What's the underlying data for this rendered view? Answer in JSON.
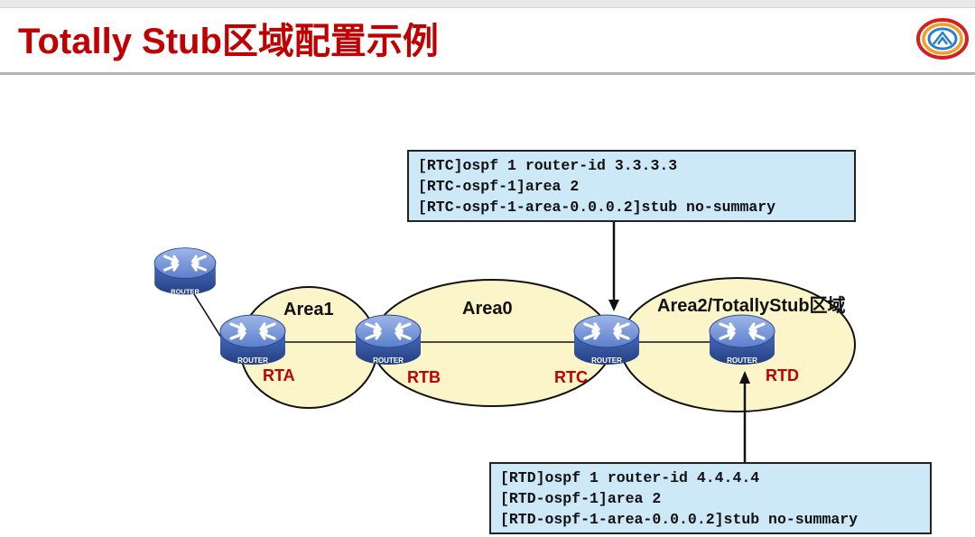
{
  "slide": {
    "title": "Totally Stub区域配置示例"
  },
  "areas": {
    "area1": "Area1",
    "area0": "Area0",
    "area2": "Area2/TotallyStub区域"
  },
  "routers": {
    "rta": "RTA",
    "rtb": "RTB",
    "rtc": "RTC",
    "rtd": "RTD",
    "icon_text": "ROUTER"
  },
  "config_rtc": {
    "lines": [
      "[RTC]ospf 1 router-id 3.3.3.3",
      "[RTC-ospf-1]area 2",
      "[RTC-ospf-1-area-0.0.0.2]stub no-summary"
    ]
  },
  "config_rtd": {
    "lines": [
      "[RTD]ospf 1 router-id 4.4.4.4",
      "[RTD-ospf-1]area 2",
      "[RTD-ospf-1-area-0.0.0.2]stub no-summary"
    ]
  },
  "colors": {
    "title": "#c00000",
    "area_fill": "#fbf5c9",
    "config_fill": "#cde9f8",
    "router_body": "#2f4f9a",
    "router_label": "#c00000"
  }
}
